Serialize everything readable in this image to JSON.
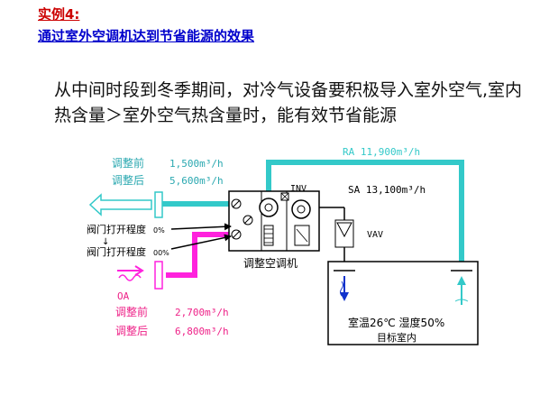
{
  "colors": {
    "return_air": "#33c9c9",
    "outdoor_air": "#ff22dd",
    "exhaust_label": "#2aa8b0",
    "oa_label": "#ee2288",
    "title_red": "#cc0000",
    "title_blue": "#0000cc",
    "arrow_blue": "#1133cc"
  },
  "header": {
    "example": "实例4:",
    "subtitle": "通过室外空调机达到节省能源的效果"
  },
  "description": "从中间时段到冬季期间，对冷气设备要积极导入室外空气,室内热含量＞室外空气热含量时，能有效节省能源",
  "diagram": {
    "ra_label": "RA  11,900m³/h",
    "sa_label": "SA  13,100m³/h",
    "inv_label": "INV",
    "vav_label": "VAV",
    "exhaust": {
      "before_label": "调整前",
      "before_value": "1,500m³/h",
      "after_label": "调整后",
      "after_value": "5,600m³/h"
    },
    "damper_open_1": "阀门打开程度",
    "damper_value_1": "0%",
    "damper_open_2": "阀门打开程度",
    "damper_value_2": "00%",
    "damper_arrow": "↓",
    "ahu_label": "调整空调机",
    "oa_label": "OA",
    "outdoor": {
      "before_label": "调整前",
      "before_value": "2,700m³/h",
      "after_label": "调整后",
      "after_value": "6,800m³/h"
    },
    "room_conditions": "室温26℃  湿度50%",
    "room_target": "目标室内"
  }
}
